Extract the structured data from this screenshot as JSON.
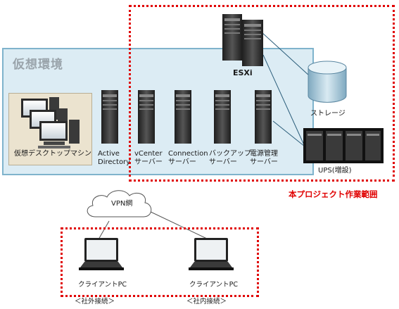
{
  "environment": {
    "title": "仮想環境"
  },
  "vdi": {
    "label": "仮想デスクトップマシン"
  },
  "servers": [
    {
      "line1": "Active",
      "line2": "Directory"
    },
    {
      "line1": "vCenter",
      "line2": "サーバー"
    },
    {
      "line1": "Connection",
      "line2": "サーバー"
    },
    {
      "line1": "バックアップ",
      "line2": "サーバー"
    },
    {
      "line1": "電源管理",
      "line2": "サーバー"
    }
  ],
  "esxi": {
    "label": "ESXi"
  },
  "storage": {
    "label": "ストレージ"
  },
  "ups": {
    "label": "UPS(増設)"
  },
  "project": {
    "scope_label": "本プロジェクト作業範囲"
  },
  "network": {
    "label": "VPN網"
  },
  "clients": [
    {
      "label": "クライアントPC",
      "connection": "＜社外接続＞"
    },
    {
      "label": "クライアントPC",
      "connection": "＜社内接続＞"
    }
  ],
  "colors": {
    "env_fill": "#dcecf4",
    "env_border": "#7fb3cc",
    "scope_red": "#e00000",
    "vdi_fill": "#ebe3cf"
  }
}
